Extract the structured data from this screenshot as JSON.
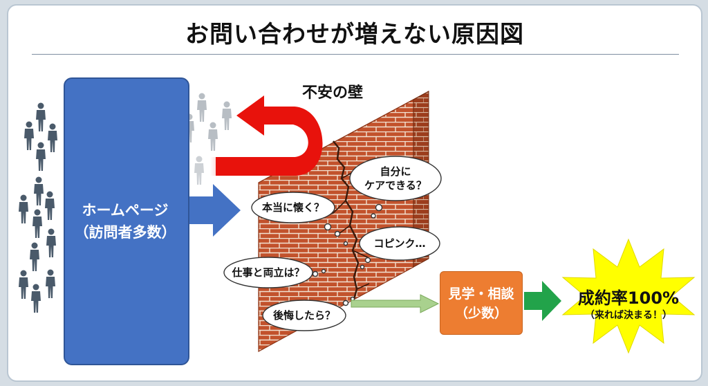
{
  "title": "お問い合わせが増えない原因図",
  "homepage": {
    "line1": "ホームページ",
    "line2": "（訪問者多数）"
  },
  "wall_label": "不安の壁",
  "thoughts": [
    {
      "line1": "自分に",
      "line2": "ケアできる？"
    },
    {
      "line1": "本当に懐く？",
      "line2": ""
    },
    {
      "line1": "コピンク…",
      "line2": ""
    },
    {
      "line1": "仕事と両立は？",
      "line2": ""
    },
    {
      "line1": "後悔したら？",
      "line2": ""
    }
  ],
  "step": {
    "line1": "見学・相談",
    "line2": "（少数）"
  },
  "result": {
    "main": "成約率100%",
    "sub": "（来れば決まる！）"
  },
  "colors": {
    "homepage": "#4472c4",
    "blue_arrow": "#4472c4",
    "red_arrow": "#e8120c",
    "brick": "#c2522c",
    "step_box": "#ed7d31",
    "light_green_arrow": "#a9d18e",
    "green_arrow": "#22a34a",
    "burst": "#ffff00",
    "person": "#4a5a6a",
    "ghost_person": "#b8bec4"
  }
}
